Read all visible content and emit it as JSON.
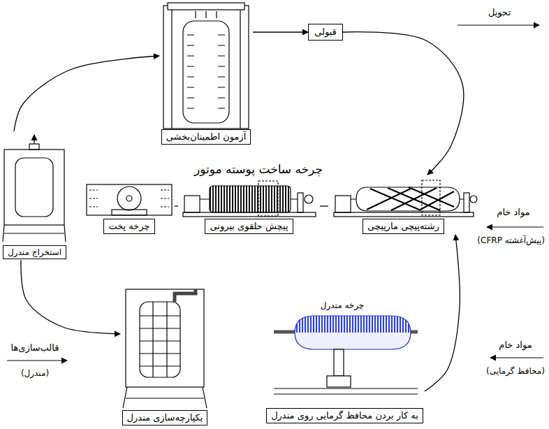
{
  "diagram": {
    "title": "چرخه ساخت پوسته موتور",
    "nodes": [
      {
        "text": [
          "قبولی"
        ]
      },
      {
        "text": [
          "آزمون اطمینان‌بخشی"
        ]
      },
      {
        "text": [
          "استخراج مندرل"
        ]
      },
      {
        "text": [
          "چرخه پخت"
        ]
      },
      {
        "text": [
          "پیچش حلقوی بیرونی"
        ]
      },
      {
        "text": [
          "رشته‌پیچی مارپیچی"
        ]
      },
      {
        "text": [
          "یکپارچه‌سازی مندرل"
        ]
      },
      {
        "text": [
          "به کار بردن محافظ گرمایی روی مندرل"
        ]
      }
    ],
    "edges": [
      {
        "from": 2,
        "to": 1,
        "arrow": "to"
      },
      {
        "from": 1,
        "to": 0,
        "arrow": "to"
      },
      {
        "from": 0,
        "to": 5,
        "arrow": "to"
      },
      {
        "from": 5,
        "to": 4,
        "arrow": "none"
      },
      {
        "from": 4,
        "to": 3,
        "arrow": "none"
      },
      {
        "from": 2,
        "to": 6,
        "arrow": "to"
      },
      {
        "from": 7,
        "to": 5,
        "arrow": "to"
      }
    ],
    "labels": [
      "تحویل",
      "مواد خام",
      "(پیش‌آغشته CFRP)",
      "چرخه مندرل",
      "مواد خام",
      "(محافظ گرمایی)",
      "قالب‌سازی‌ها",
      "(مندرل)"
    ]
  }
}
